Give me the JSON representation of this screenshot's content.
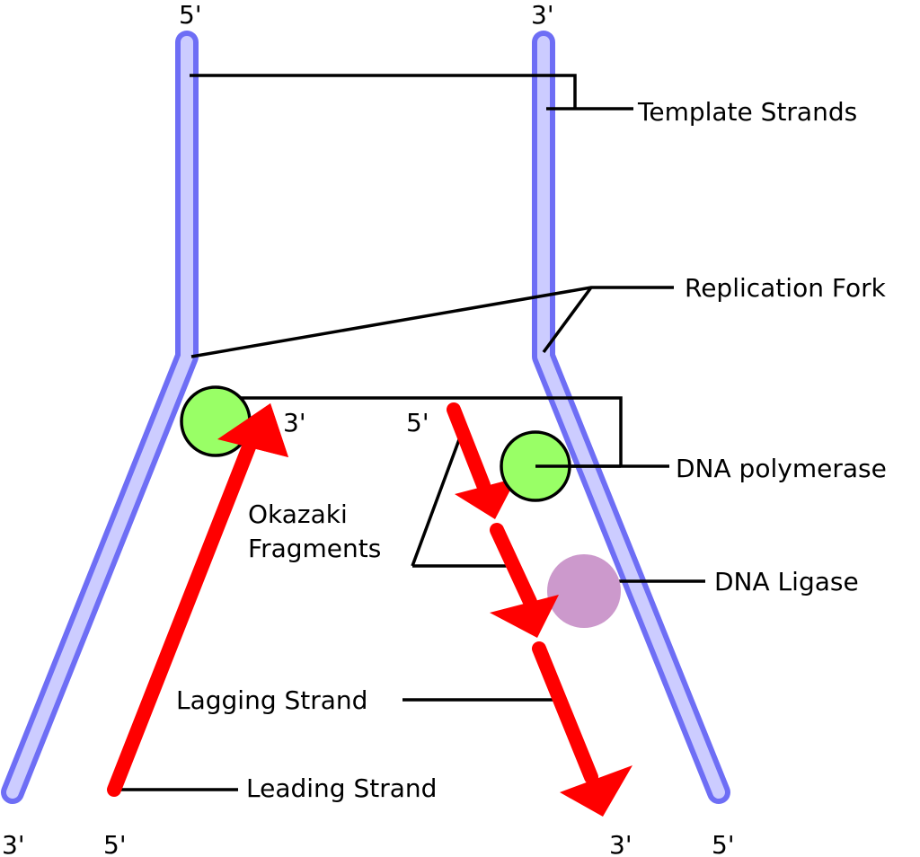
{
  "colors": {
    "strand_fill": "#ccccff",
    "strand_stroke": "#6e6ef5",
    "new_strand": "#ff0000",
    "polymerase_fill": "#99ff66",
    "ligase_fill": "#cc99cc",
    "leader_line": "#000000"
  },
  "end_labels": {
    "top_left": "5'",
    "top_right": "3'",
    "bottom_left_template": "3'",
    "bottom_left_leading": "5'",
    "bottom_right_lagging": "3'",
    "bottom_right_template": "5'",
    "leading_tip": "3'",
    "lagging_start": "5'"
  },
  "callouts": {
    "template_strands": "Template Strands",
    "replication_fork": "Replication Fork",
    "dna_polymerase": "DNA polymerase",
    "dna_ligase": "DNA Ligase",
    "okazaki_line1": "Okazaki",
    "okazaki_line2": "Fragments",
    "lagging_strand": "Lagging Strand",
    "leading_strand": "Leading Strand"
  }
}
